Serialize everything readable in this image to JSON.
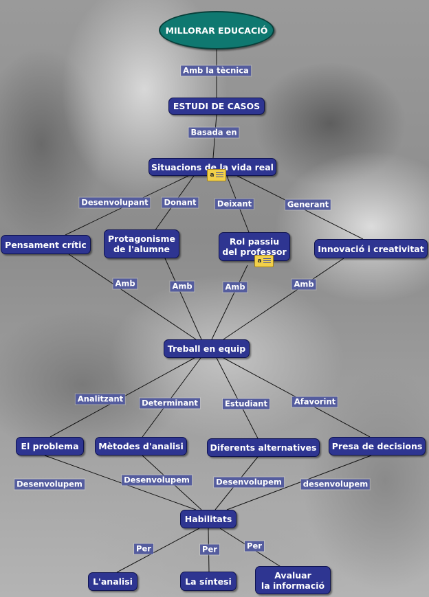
{
  "concepts": {
    "millorar": "MILLORAR EDUCACIÓ",
    "estudi": "ESTUDI DE CASOS",
    "situacions": "Situacions de la vida real",
    "pensament": "Pensament crític",
    "protagonisme": "Protagonisme\nde l'alumne",
    "rol": "Rol passiu\ndel professor",
    "innovacio": "Innovació i creativitat",
    "treball": "Treball en equip",
    "problema": "El problema",
    "metodes": "Mètodes d'analisi",
    "alternatives": "Diferents alternatives",
    "presa": "Presa de decisions",
    "habilitats": "Habilitats",
    "analisi": "L'analisi",
    "sintesi": "La síntesi",
    "avaluar": "Avaluar\nla informació"
  },
  "linking_phrases": {
    "amb_tecnica": "Amb la tècnica",
    "basada_en": "Basada en",
    "desenvolupant": "Desenvolupant",
    "donant": "Donant",
    "deixant": "Deixant",
    "generant": "Generant",
    "amb": "Amb",
    "analitzant": "Analitzant",
    "determinant": "Determinant",
    "estudiant": "Estudiant",
    "afavorint": "Afavorint",
    "desenvolupem": "Desenvolupem",
    "desenvolupem_lower": "desenvolupem",
    "per": "Per"
  },
  "resource_icons": [
    {
      "name": "document-resource-icon",
      "glyph": "a"
    },
    {
      "name": "document-resource-icon",
      "glyph": "a"
    }
  ],
  "colors": {
    "concept_fill": "#2e3591",
    "root_fill": "#0f7870",
    "link_label_fill": "#545c9e",
    "line": "#111111"
  }
}
